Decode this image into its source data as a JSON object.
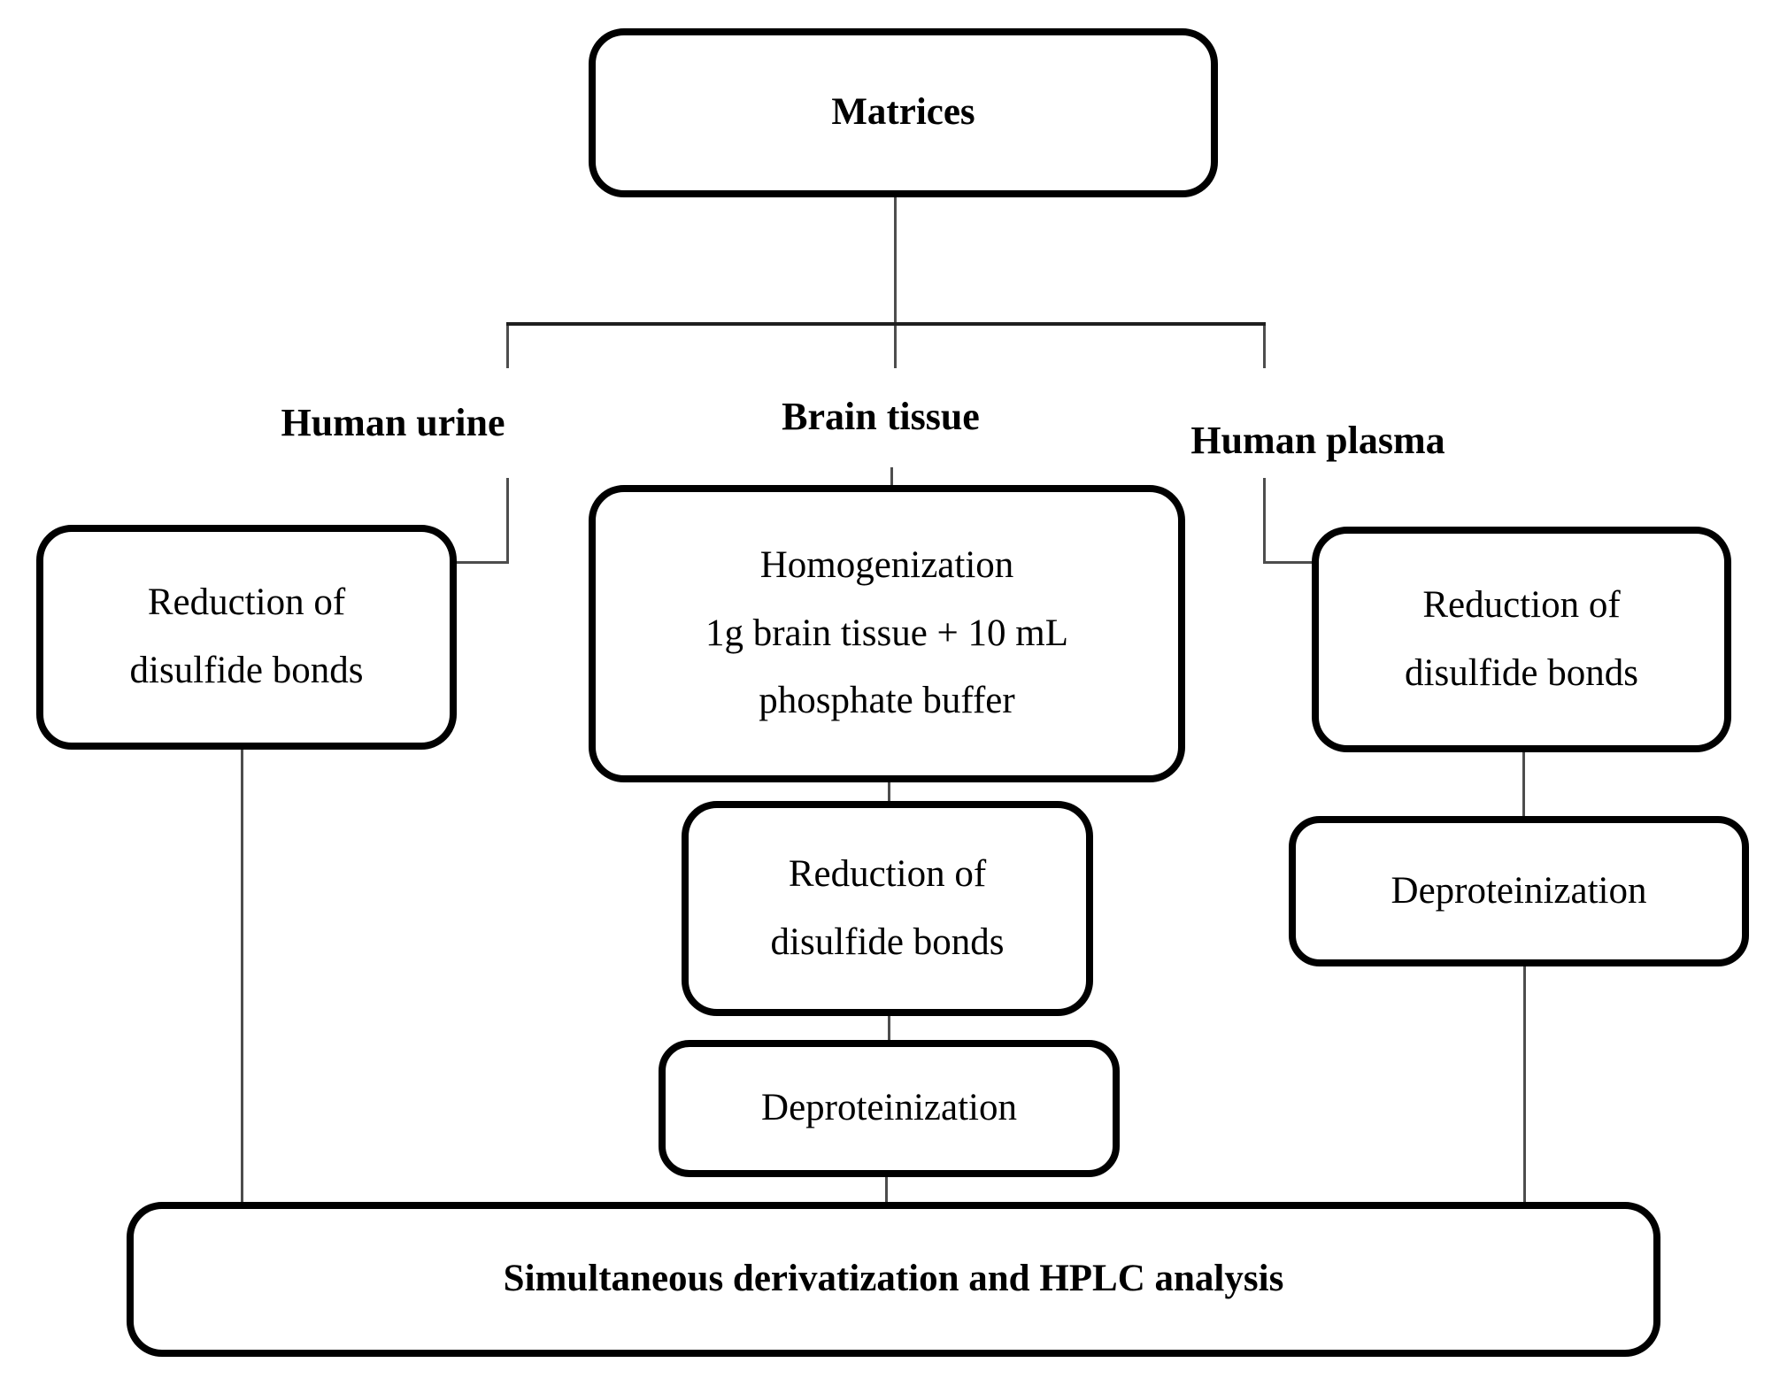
{
  "nodes": {
    "matrices": "Matrices",
    "human_urine_label": "Human urine",
    "brain_tissue_label": "Brain tissue",
    "human_plasma_label": "Human plasma",
    "urine_reduction": "Reduction of\ndisulfide bonds",
    "homogenization": "Homogenization\n1g brain tissue + 10 mL\nphosphate buffer",
    "plasma_reduction": "Reduction of\ndisulfide bonds",
    "brain_reduction": "Reduction of\ndisulfide bonds",
    "brain_deproteinization": "Deproteinization",
    "plasma_deproteinization": "Deproteinization",
    "final_step": "Simultaneous derivatization and HPLC analysis"
  },
  "colors": {
    "background": "#ffffff",
    "box_border": "#000000",
    "text": "#000000",
    "connector": "#4d4d4d",
    "branch_line": "#1f1f1f"
  }
}
